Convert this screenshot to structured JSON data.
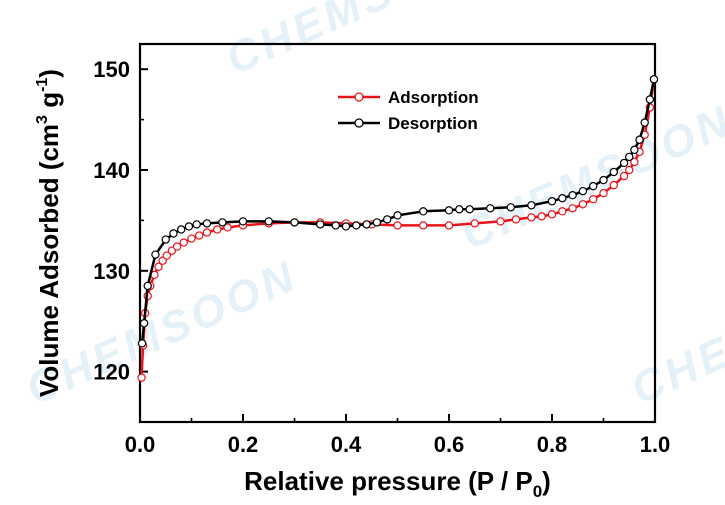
{
  "watermark": "CHEMSOON",
  "colors": {
    "adsorption": "#e8141a",
    "desorption": "#000000",
    "axis": "#000000",
    "watermark": "#cfe7f3"
  },
  "chart_data": {
    "type": "line",
    "title": "",
    "xlabel": "Relative pressure (P / P0)",
    "xlabel_parts": {
      "main": "Relative pressure (P / P",
      "sub": "0",
      "end": ")"
    },
    "ylabel": "Volume Adsorbed (cm3 g-1)",
    "ylabel_parts": {
      "main": "Volume Adsorbed (cm",
      "sup1": "3",
      "mid": " g",
      "sup2": "-1",
      "end": ")"
    },
    "xlim": [
      0.0,
      1.0
    ],
    "ylim": [
      115,
      152.5
    ],
    "xticks": [
      0.0,
      0.2,
      0.4,
      0.6,
      0.8,
      1.0
    ],
    "xtick_labels": [
      "0.0",
      "0.2",
      "0.4",
      "0.6",
      "0.8",
      "1.0"
    ],
    "yticks": [
      120,
      130,
      140,
      150
    ],
    "ytick_labels": [
      "120",
      "130",
      "140",
      "150"
    ],
    "grid": false,
    "legend_position": "top-center",
    "series": [
      {
        "name": "Adsorption",
        "color": "#e8141a",
        "x": [
          0.003,
          0.006,
          0.01,
          0.015,
          0.02,
          0.028,
          0.036,
          0.044,
          0.052,
          0.062,
          0.072,
          0.085,
          0.1,
          0.115,
          0.13,
          0.15,
          0.17,
          0.2,
          0.25,
          0.3,
          0.35,
          0.4,
          0.45,
          0.5,
          0.55,
          0.6,
          0.65,
          0.7,
          0.73,
          0.76,
          0.78,
          0.8,
          0.82,
          0.84,
          0.86,
          0.88,
          0.9,
          0.92,
          0.94,
          0.95,
          0.96,
          0.97,
          0.98,
          0.99,
          0.998
        ],
        "y": [
          119.4,
          122.6,
          125.8,
          127.5,
          128.5,
          129.6,
          130.4,
          131.0,
          131.5,
          132.0,
          132.4,
          132.8,
          133.2,
          133.5,
          133.8,
          134.1,
          134.3,
          134.5,
          134.7,
          134.8,
          134.8,
          134.7,
          134.6,
          134.5,
          134.5,
          134.5,
          134.7,
          134.9,
          135.1,
          135.3,
          135.4,
          135.6,
          135.9,
          136.2,
          136.6,
          137.1,
          137.7,
          138.5,
          139.4,
          140.0,
          140.8,
          141.8,
          143.5,
          146.2,
          149.0
        ]
      },
      {
        "name": "Desorption",
        "color": "#000000",
        "x": [
          0.998,
          0.99,
          0.98,
          0.97,
          0.96,
          0.95,
          0.94,
          0.92,
          0.9,
          0.88,
          0.86,
          0.84,
          0.82,
          0.8,
          0.76,
          0.72,
          0.68,
          0.64,
          0.62,
          0.6,
          0.55,
          0.5,
          0.48,
          0.46,
          0.44,
          0.42,
          0.4,
          0.38,
          0.35,
          0.3,
          0.25,
          0.2,
          0.16,
          0.13,
          0.11,
          0.095,
          0.08,
          0.065,
          0.05,
          0.03,
          0.015,
          0.008,
          0.004
        ],
        "y": [
          149.0,
          147.0,
          144.7,
          143.0,
          142.0,
          141.3,
          140.7,
          139.8,
          139.0,
          138.4,
          137.9,
          137.5,
          137.2,
          136.9,
          136.5,
          136.3,
          136.2,
          136.1,
          136.1,
          136.0,
          135.9,
          135.5,
          135.1,
          134.8,
          134.6,
          134.5,
          134.4,
          134.5,
          134.6,
          134.8,
          134.9,
          134.9,
          134.8,
          134.7,
          134.6,
          134.4,
          134.1,
          133.7,
          133.1,
          131.6,
          128.5,
          124.8,
          122.8
        ]
      }
    ]
  }
}
